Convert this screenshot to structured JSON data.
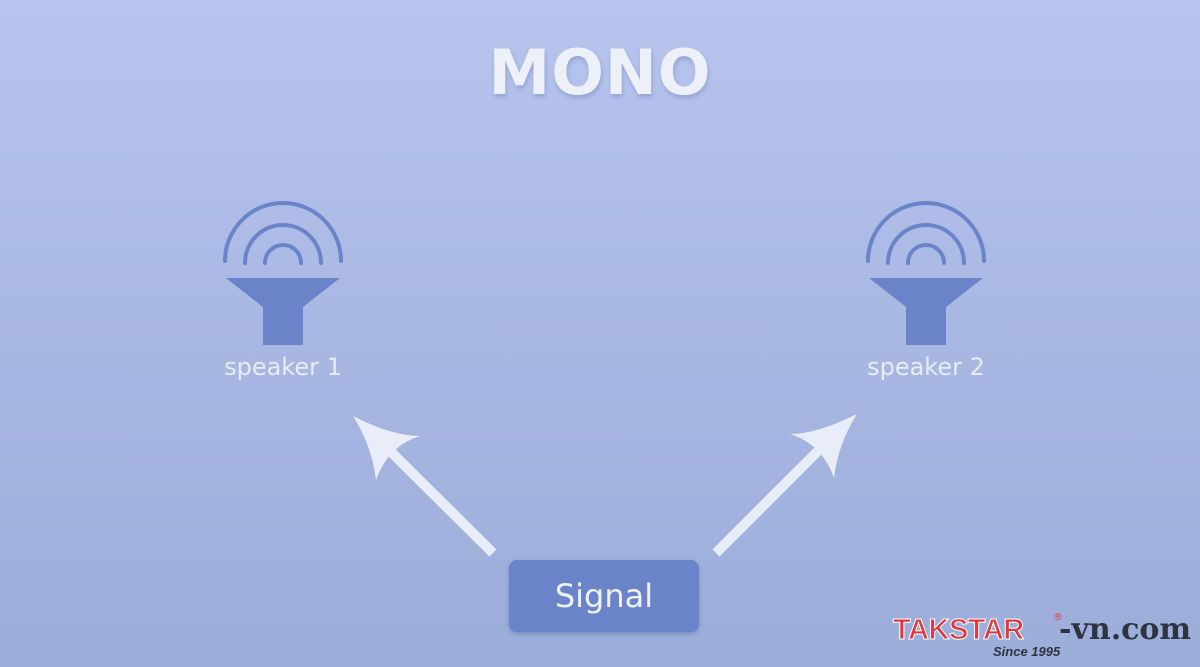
{
  "title": "MONO",
  "speakers": [
    {
      "label": "speaker 1",
      "icon": "speaker-icon"
    },
    {
      "label": "speaker 2",
      "icon": "speaker-icon"
    }
  ],
  "signal": {
    "label": "Signal"
  },
  "arrows": [
    {
      "from": "signal",
      "to": "speaker 1"
    },
    {
      "from": "signal",
      "to": "speaker 2"
    }
  ],
  "watermark": {
    "brand": "TAKSTAR",
    "registered": "®",
    "domain": "-vn.com",
    "tagline": "Since 1995"
  },
  "colors": {
    "background_top": "#b7c5ee",
    "background_bottom": "#9badd9",
    "speaker_blue": "#6b84c9",
    "text_light": "#edf0f8",
    "arrow": "#e8edf9",
    "brand_red": "#e2373d",
    "domain_dark": "#2e3340"
  }
}
